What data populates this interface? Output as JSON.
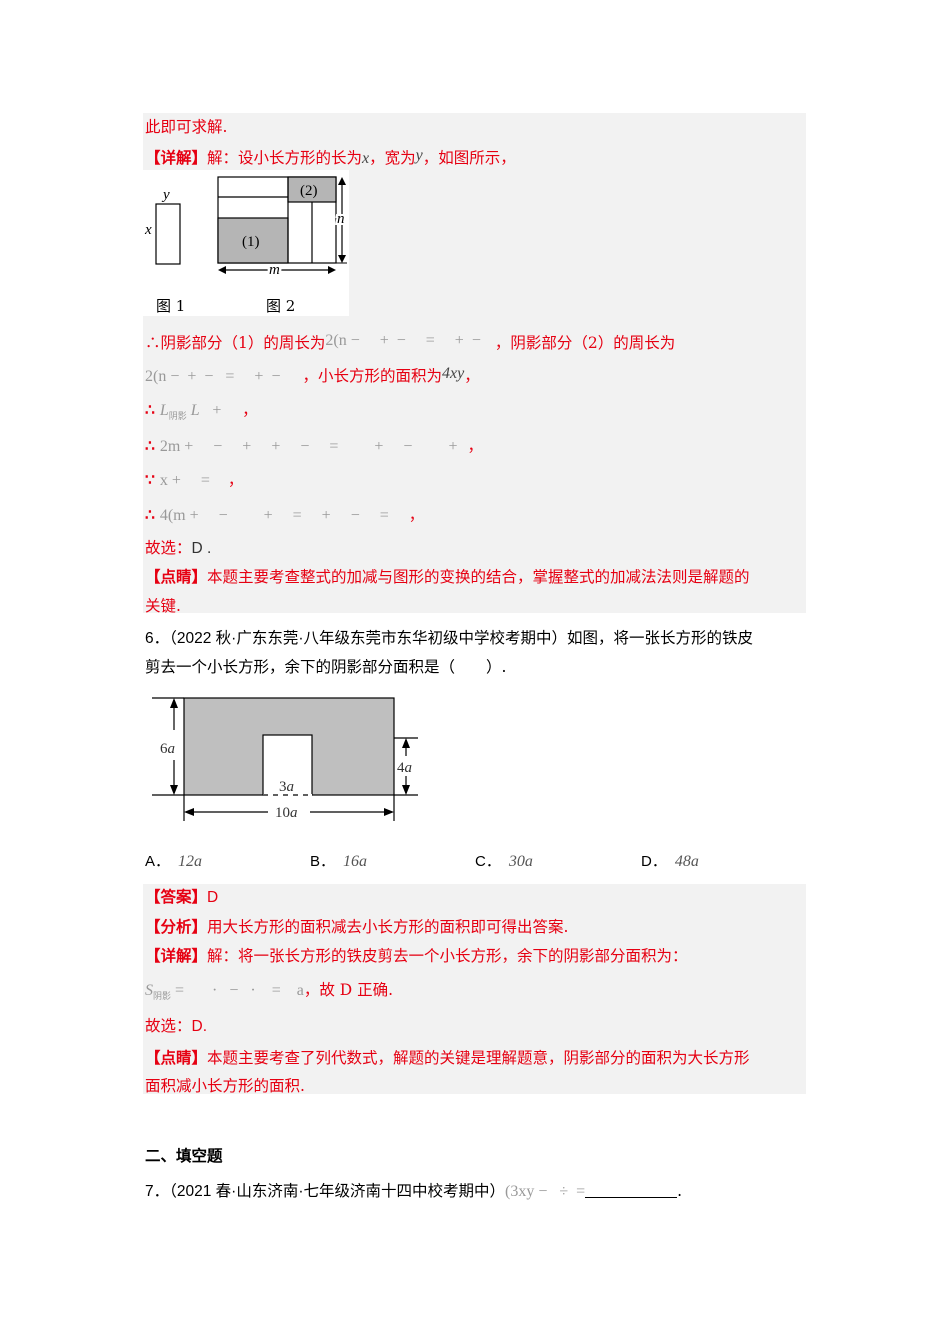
{
  "q5_solution": {
    "intro_tail": "此即可求解.",
    "detail_label": "【详解】",
    "detail_text": "解：设小长方形的长为",
    "var_x": "x",
    "detail_mid": "，宽为",
    "var_y": "y",
    "detail_end": "，如图所示，",
    "figure": {
      "fig1_label": "图 1",
      "fig2_label": "图 2",
      "x_label": "x",
      "y_label": "y",
      "region1": "(1)",
      "region2": "(2)",
      "m_label": "m",
      "n_label": "n"
    },
    "line_perim1_prefix": "∴阴影部分（1）的周长为",
    "line_perim1_math": "2(n −     +  −     =     +  −",
    "line_perim1_suffix": "，阴影部分（2）的周长为",
    "line_perim2_math": "2(n −  +  −   =     +  −",
    "line_perim2_suffix": "，小长方形的面积为",
    "line_area_math": "4xy",
    "line_area_suffix": "，",
    "therefore_1_sym": "∴",
    "therefore_1_math": "L",
    "therefore_1_sub": "阴影",
    "therefore_1_rest": " L   +     ",
    "therefore_1_end": "，",
    "therefore_2_sym": "∴",
    "therefore_2_math": "2m +     −     +     +     −     =         +     −         +",
    "therefore_2_end": "，",
    "because_sym": "∵",
    "because_math": "x +     =",
    "because_end": "，",
    "therefore_3_sym": "∴",
    "therefore_3_math": "4(m +     −         +     =     +     −     =",
    "therefore_3_end": "，",
    "choose_label": "故选：",
    "choose_value": "D .",
    "comment_label": "【点睛】",
    "comment_text_1": "本题主要考查整式的加减与图形的变换的结合，掌握整式的加减法法则是解题的",
    "comment_text_2": "关键."
  },
  "q6": {
    "number": "6．",
    "source": "（2022 秋·广东东莞·八年级东莞市东华初级中学校考期中）",
    "stem_1": "如图，将一张长方形的铁皮",
    "stem_2": "剪去一个小长方形，余下的阴影部分面积是（　　）.",
    "figure": {
      "height_label": "6a",
      "inner_height_label": "4a",
      "inner_width_label": "3a",
      "width_label": "10a"
    },
    "options": [
      {
        "label": "A．",
        "value": "12a"
      },
      {
        "label": "B．",
        "value": "16a"
      },
      {
        "label": "C．",
        "value": "30a"
      },
      {
        "label": "D．",
        "value": "48a"
      }
    ],
    "answer_label": "【答案】",
    "answer_value": "D",
    "analysis_label": "【分析】",
    "analysis_text": "用大长方形的面积减去小长方形的面积即可得出答案.",
    "detail_label": "【详解】",
    "detail_text": "解：将一张长方形的铁皮剪去一个小长方形，余下的阴影部分面积为：",
    "formula_S": "S",
    "formula_sub": "阴影",
    "formula_rest": " =       ·   −   ·    =    a",
    "formula_suffix": "，故 D 正确.",
    "choose_label": "故选：",
    "choose_value": "D.",
    "comment_label": "【点睛】",
    "comment_text_1": "本题主要考查了列代数式，解题的关键是理解题意，阴影部分的面积为大长方形",
    "comment_text_2": "面积减小长方形的面积."
  },
  "section2": {
    "title": "二、填空题"
  },
  "q7": {
    "number": "7．",
    "source": "（2021 春·山东济南·七年级济南十四中校考期中）",
    "math": "(3xy −   ÷  =",
    "end": "."
  },
  "colors": {
    "answer_red": "#e60012",
    "answer_box_bg": "#f2f2f2",
    "shade_gray": "#bfbfbf"
  }
}
